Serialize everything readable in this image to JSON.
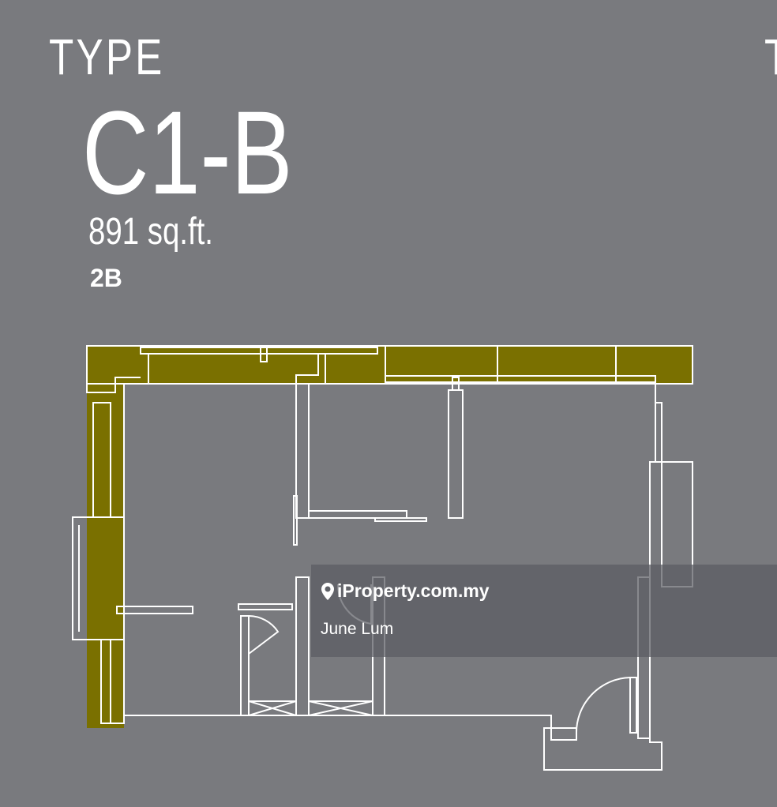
{
  "heading": {
    "type_label": "TYPE",
    "unit_code": "C1-B",
    "area": "891 sq.ft.",
    "bedrooms": "2B",
    "next_type_cut": "T"
  },
  "watermark": {
    "site": "iProperty.com.my",
    "agent": "June Lum",
    "icon": "location-pin-icon"
  },
  "colors": {
    "background": "#797a7e",
    "balcony": "#7a7000",
    "lines": "#ffffff"
  }
}
